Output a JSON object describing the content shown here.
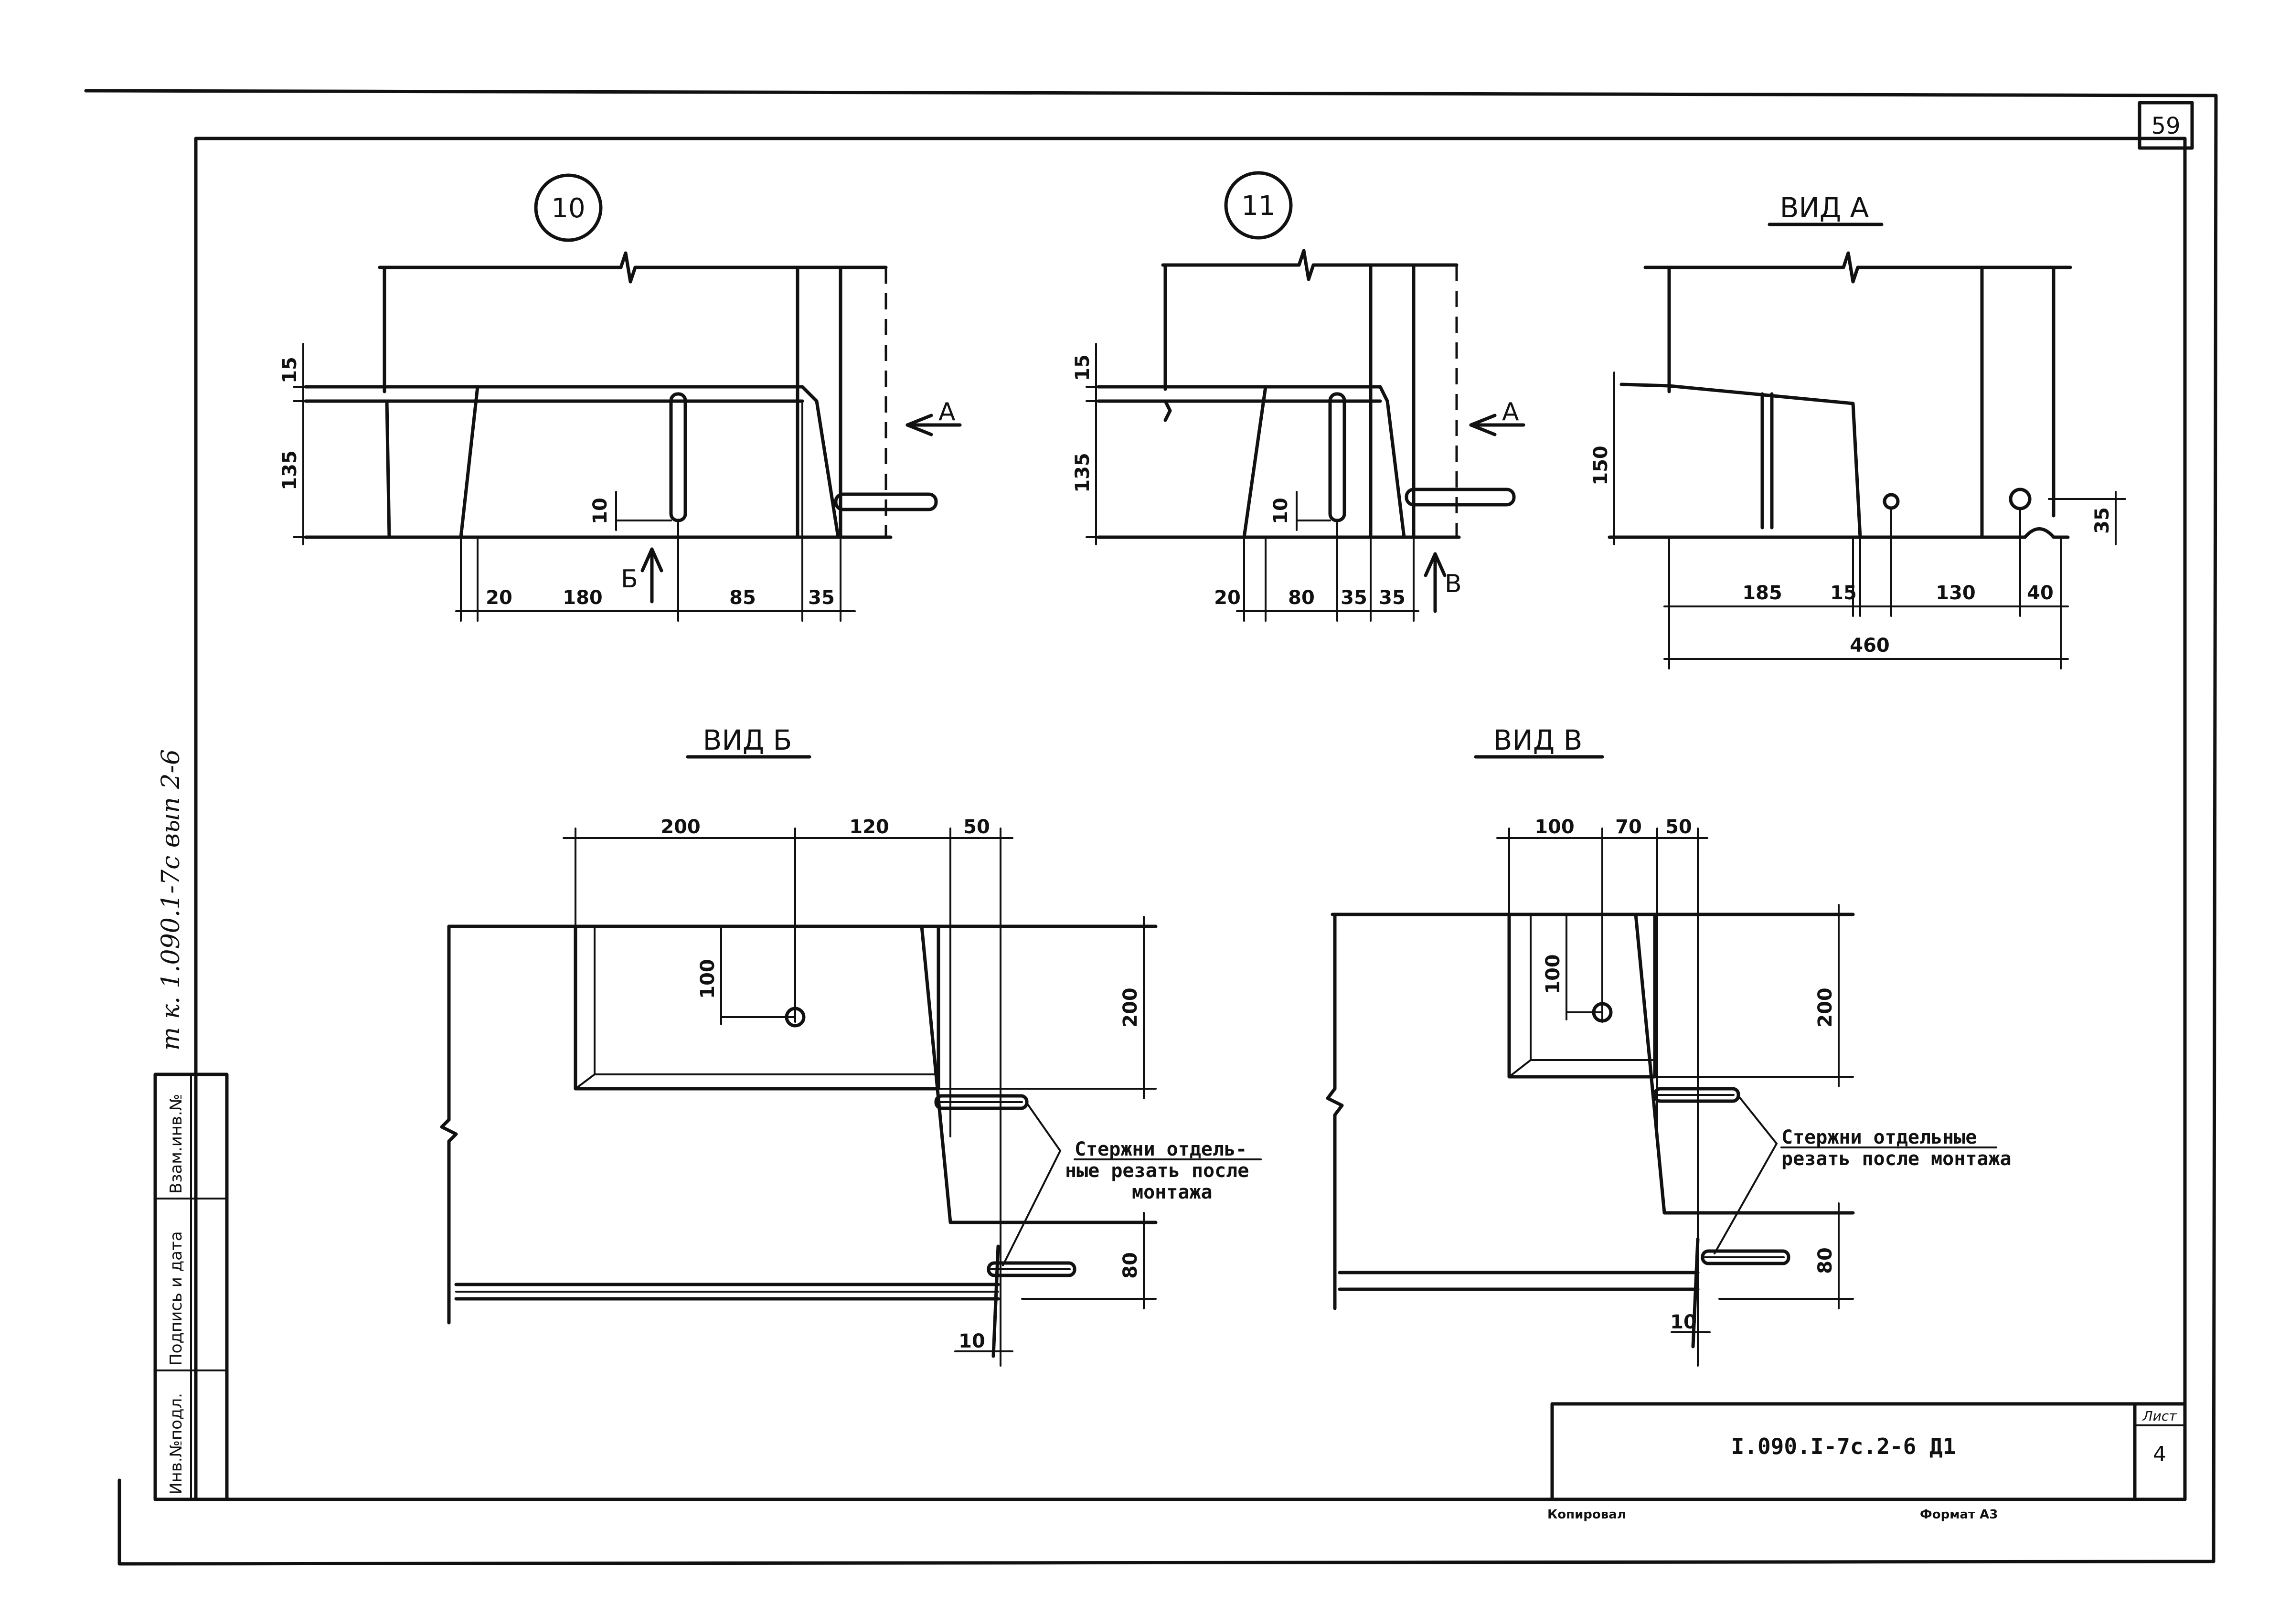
{
  "sheet": {
    "page_number": "59",
    "side_note": "т к. 1.090.1-7с вып 2-6",
    "doc_code": "I.090.I-7c.2-6 Д1",
    "sheet_label": "Лист",
    "sheet_number": "4",
    "copied_label": "Копировал",
    "format_label": "Формат А3"
  },
  "stamp": {
    "col1": "Инв.№подл.",
    "col2": "Подпись и дата",
    "col3": "Взам.инв.№"
  },
  "node10": {
    "marker": "10",
    "dims_h": [
      "20",
      "180",
      "85",
      "35"
    ],
    "dims_v": [
      "15",
      "135",
      "10"
    ],
    "arrow_a": "А",
    "arrow_b": "Б"
  },
  "node11": {
    "marker": "11",
    "dims_h": [
      "20",
      "80",
      "35",
      "35"
    ],
    "dims_v": [
      "15",
      "135",
      "10"
    ],
    "arrow_a": "А",
    "arrow_b": "В"
  },
  "view_a": {
    "title": "ВИД А",
    "dims_h": [
      "185",
      "15",
      "130",
      "40"
    ],
    "dim_total": "460",
    "dims_v": [
      "150",
      "35"
    ]
  },
  "view_b": {
    "title": "ВИД Б",
    "dims_top": [
      "200",
      "120",
      "50"
    ],
    "dims_v": [
      "100",
      "200",
      "80"
    ],
    "dim_small": "10",
    "note_lines": [
      "Стержни отдель-",
      "ные резать после",
      "монтажа"
    ]
  },
  "view_v": {
    "title": "ВИД В",
    "dims_top": [
      "100",
      "70",
      "50"
    ],
    "dims_v": [
      "100",
      "200",
      "80"
    ],
    "dim_small": "10",
    "note_lines": [
      "Стержни отдельные",
      "резать после монтажа"
    ]
  }
}
